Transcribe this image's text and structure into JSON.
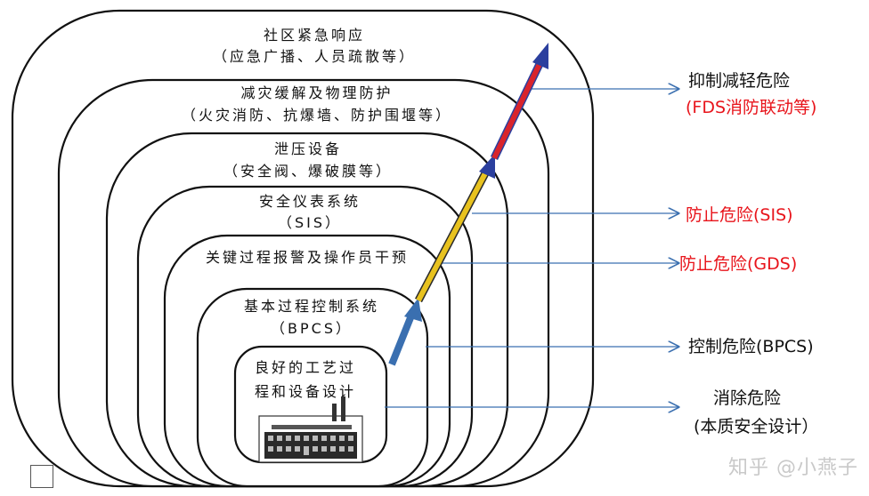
{
  "layers": [
    {
      "line1": "社区紧急响应",
      "line2": "（应急广播、人员疏散等）"
    },
    {
      "line1": "减灾缓解及物理防护",
      "line2": "（火灾消防、抗爆墙、防护围堰等）"
    },
    {
      "line1": "泄压设备",
      "line2": "（安全阀、爆破膜等）"
    },
    {
      "line1": "安全仪表系统",
      "line2": "（SIS）"
    },
    {
      "line1": "关键过程报警及操作员干预",
      "line2": ""
    },
    {
      "line1": "基本过程控制系统",
      "line2": "（BPCS）"
    },
    {
      "line1": "良好的工艺过",
      "line2": "程和设备设计"
    }
  ],
  "outcomes": [
    {
      "line1": "抑制减轻危险",
      "line2": "(FDS消防联动等)",
      "line1_color": "black",
      "line2_color": "red"
    },
    {
      "line1": "防止危险(SIS)",
      "line2": "",
      "line1_color": "red",
      "line2_color": ""
    },
    {
      "line1": "防止危险(GDS)",
      "line2": "",
      "line1_color": "red",
      "line2_color": ""
    },
    {
      "line1": "控制危险(BPCS)",
      "line2": "",
      "line1_color": "black",
      "line2_color": ""
    },
    {
      "line1": "消除危险",
      "line2": "(本质安全设计）",
      "line1_color": "black",
      "line2_color": "black"
    }
  ],
  "arrow_colors": [
    "#3a6fb0",
    "#e8c21f",
    "#d9242c",
    "#2b3f9e"
  ],
  "factory_icon": "factory-icon",
  "watermark": "知乎 @小燕子"
}
